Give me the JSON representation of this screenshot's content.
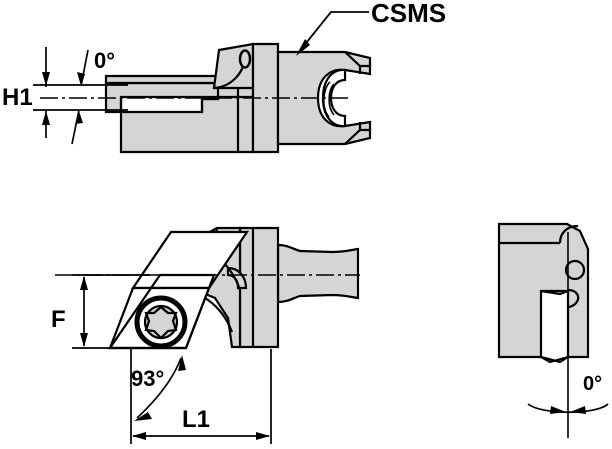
{
  "drawing": {
    "title": "CSMS cutting unit technical drawing",
    "background_color": "#ffffff",
    "part_fill_color": "#d5d5d5",
    "line_color": "#000000"
  },
  "callouts": {
    "csms": {
      "label": "CSMS",
      "name": "csms-callout-label"
    }
  },
  "views": {
    "top": {
      "name": "top-view",
      "dimensions": {
        "h1": {
          "label": "H1",
          "name": "h1-dimension"
        },
        "angle_zero": {
          "label": "0°",
          "name": "top-view-zero-degree-angle"
        }
      }
    },
    "front": {
      "name": "front-view",
      "dimensions": {
        "f": {
          "label": "F",
          "name": "f-dimension"
        },
        "l1": {
          "label": "L1",
          "name": "l1-dimension"
        },
        "angle_93": {
          "label": "93°",
          "name": "ninety-three-degree-angle"
        }
      }
    },
    "side": {
      "name": "side-view",
      "dimensions": {
        "angle_zero": {
          "label": "0°",
          "name": "side-view-zero-degree-angle"
        }
      }
    }
  }
}
